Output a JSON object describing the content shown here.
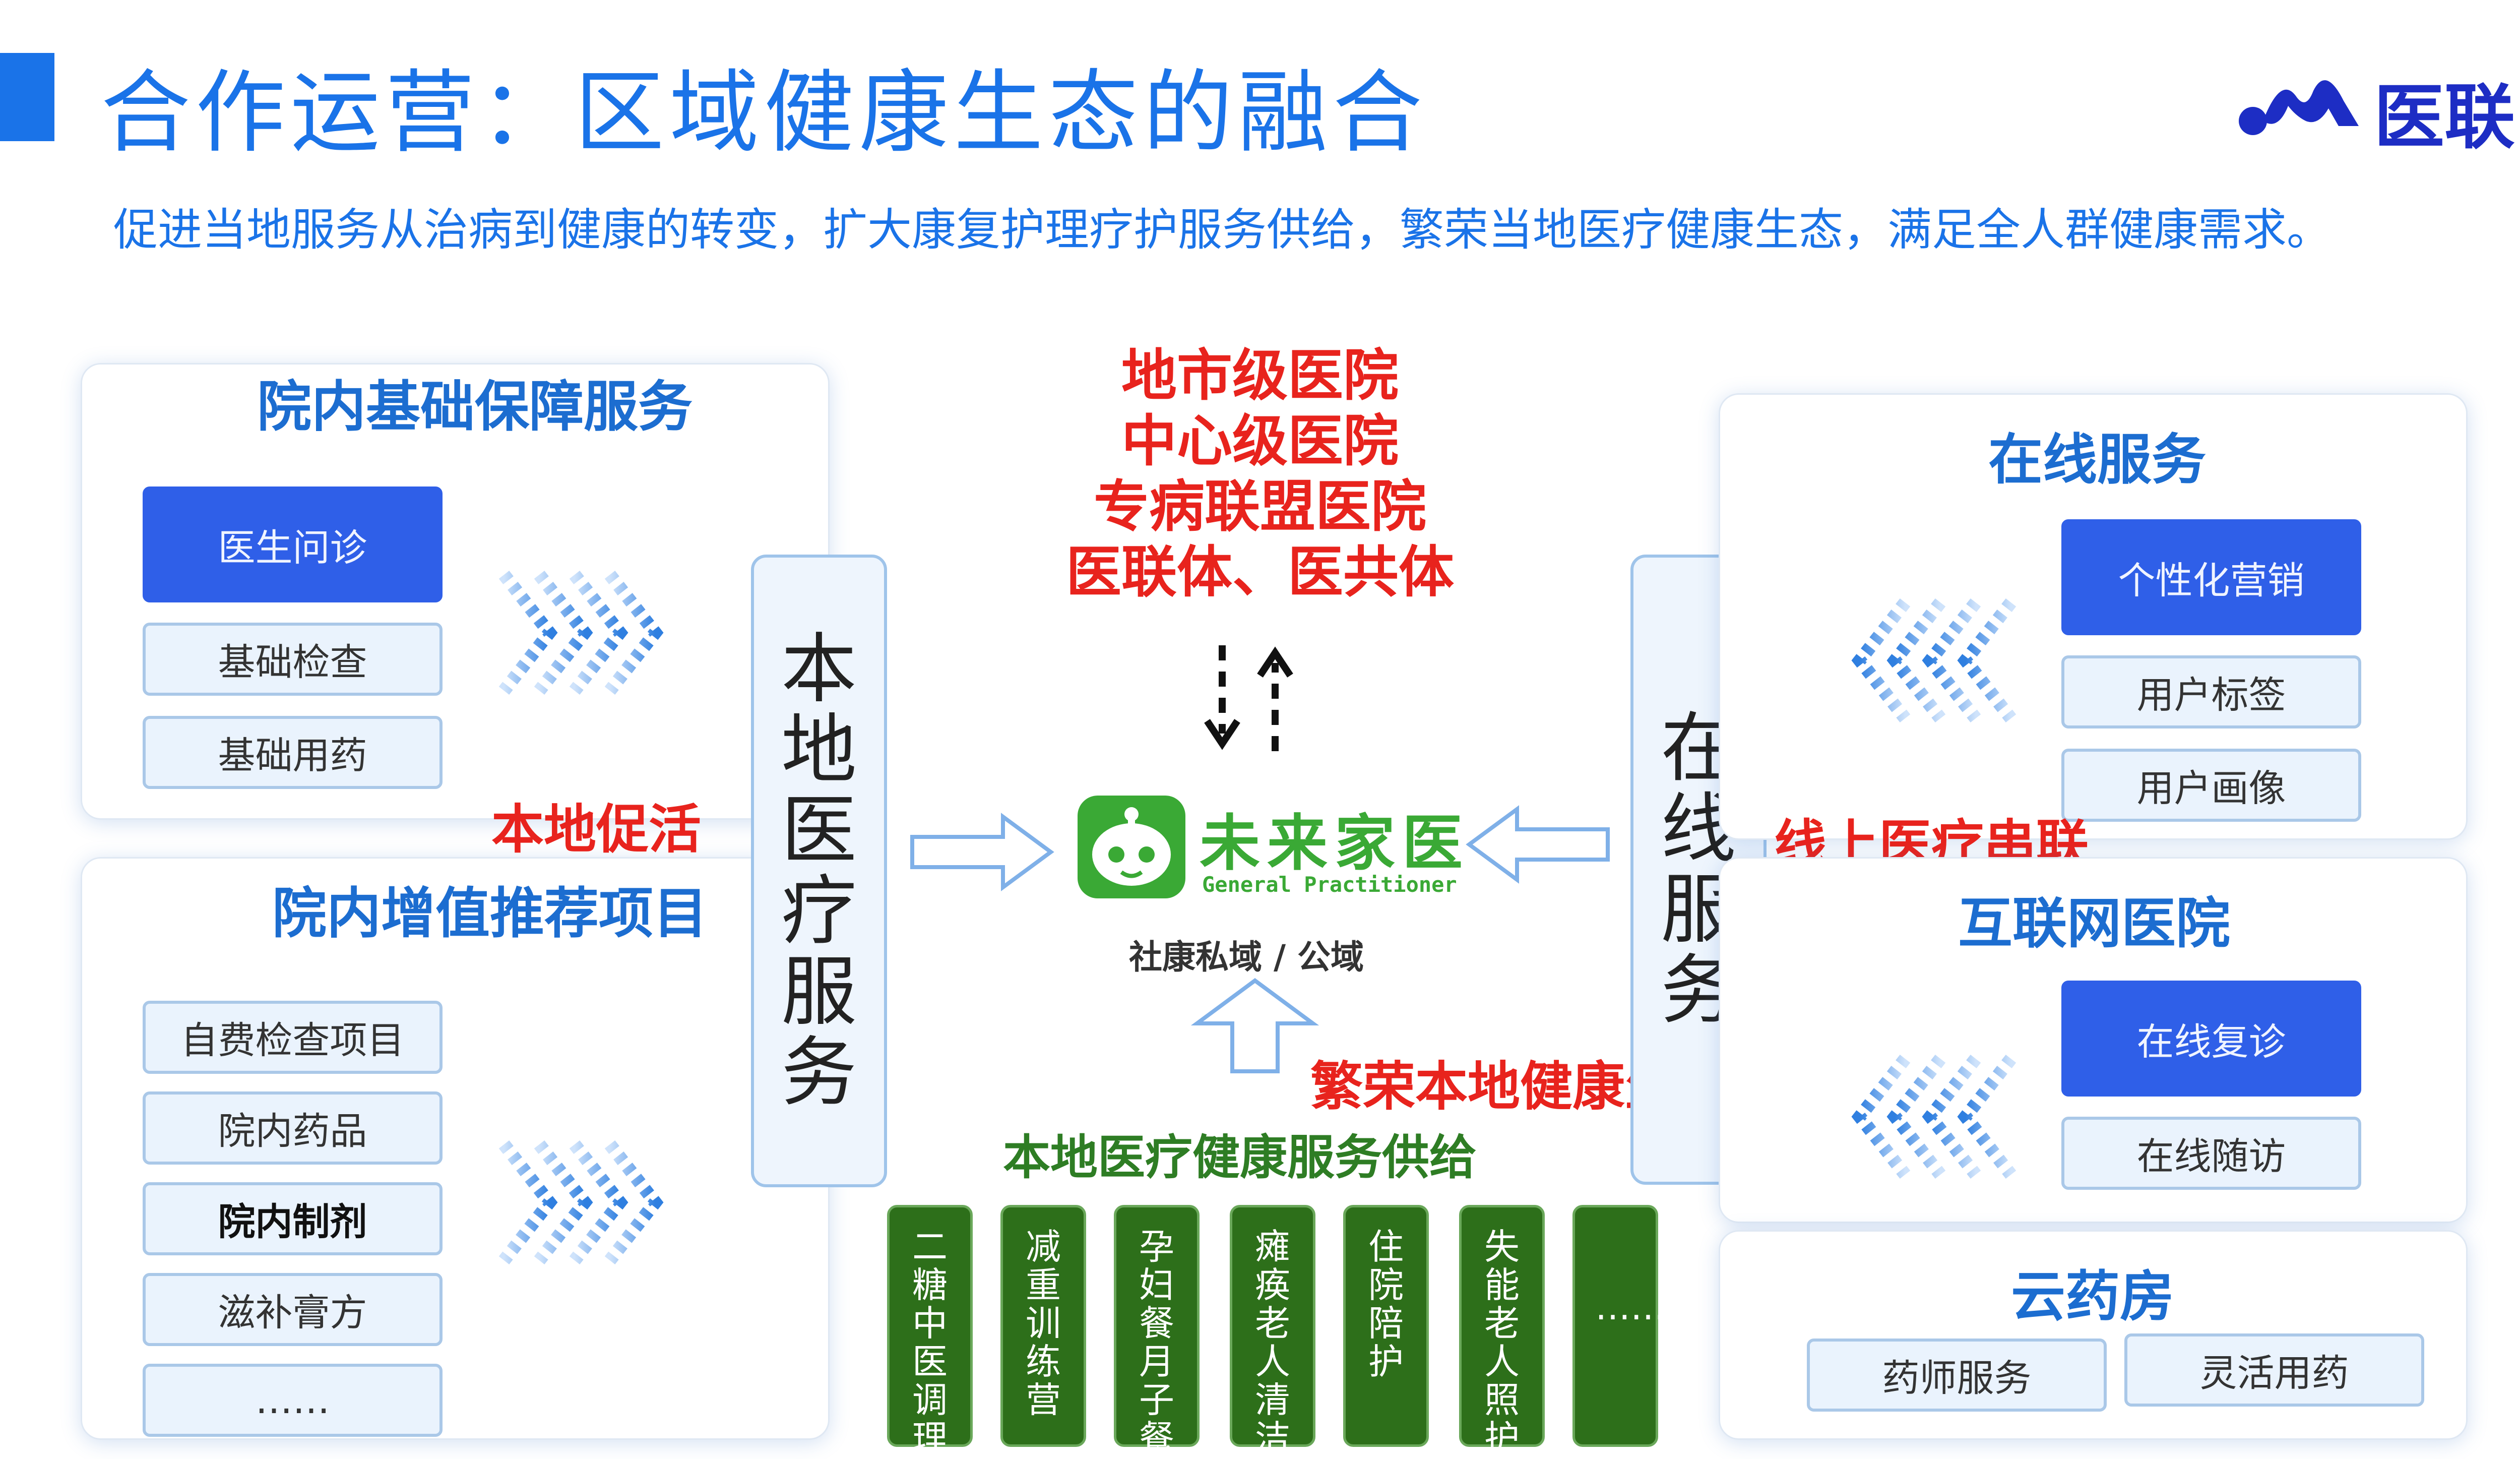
{
  "header": {
    "title": "合作运营：区域健康生态的融合",
    "subtitle": "促进当地服务从治病到健康的转变，扩大康复护理疗护服务供给，繁荣当地医疗健康生态，满足全人群健康需求。",
    "logo_text": "医联"
  },
  "left": {
    "panel1": {
      "title": "院内基础保障服务",
      "items": [
        "医生问诊",
        "基础检查",
        "基础用药"
      ]
    },
    "panel2": {
      "title": "院内增值推荐项目",
      "items": [
        "自费检查项目",
        "院内药品",
        "院内制剂",
        "滋补膏方",
        "……"
      ]
    },
    "label": "本地促活",
    "vbox_chars": [
      "本",
      "地",
      "医",
      "疗",
      "服",
      "务"
    ]
  },
  "center": {
    "hospitals": [
      "地市级医院",
      "中心级医院",
      "专病联盟医院",
      "医联体、医共体"
    ],
    "logo_title": "未来家医",
    "logo_sub": "General Practitioner",
    "domain_text": "社康私域 / 公域",
    "red_label": "繁荣本地健康生态",
    "green_title": "本地医疗健康服务供给",
    "green_items": [
      "二糖中医调理",
      "减重训练营",
      "孕妇餐月子餐",
      "瘫痪老人清洁",
      "住院陪护",
      "失能老人照护",
      "……"
    ]
  },
  "right": {
    "vbox_chars": [
      "在",
      "线",
      "服",
      "务"
    ],
    "label": "线上医疗串联",
    "panel1": {
      "title": "在线服务",
      "items": [
        "个性化营销",
        "用户标签",
        "用户画像"
      ]
    },
    "panel2": {
      "title": "互联网医院",
      "items": [
        "在线复诊",
        "在线随访"
      ]
    },
    "panel3": {
      "title": "云药房",
      "items": [
        "药师服务",
        "灵活用药"
      ]
    }
  },
  "colors": {
    "brand_blue": "#1a73e8",
    "panel_title": "#1c6dd0",
    "primary_item": "#2f5fe8",
    "red": "#e8231d",
    "green_text": "#2e7d24",
    "green_block": "#2d6f1a",
    "logo_green": "#3aa935"
  }
}
